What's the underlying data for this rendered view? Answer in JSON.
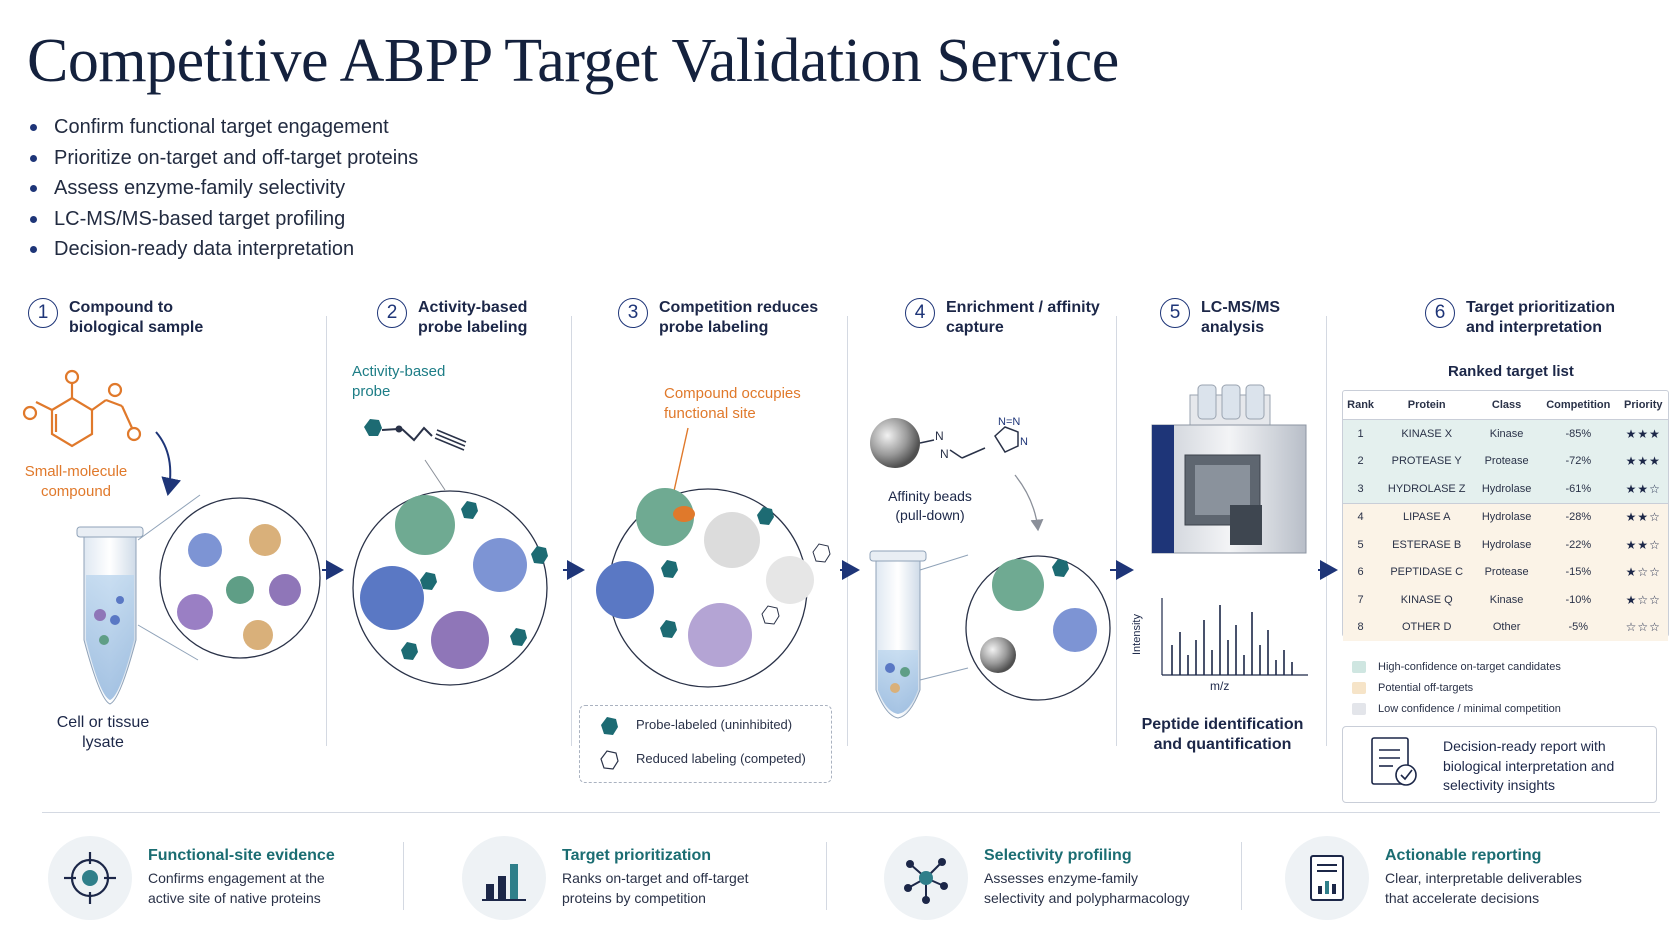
{
  "title": "Competitive ABPP Target Validation Service",
  "bullets": [
    "Confirm functional target engagement",
    "Prioritize on-target and off-target proteins",
    "Assess enzyme-family selectivity",
    "LC-MS/MS-based target profiling",
    "Decision-ready data interpretation"
  ],
  "steps": [
    {
      "num": "1",
      "label": "Compound to\nbiological sample"
    },
    {
      "num": "2",
      "label": "Activity-based\nprobe labeling"
    },
    {
      "num": "3",
      "label": "Competition reduces\nprobe labeling"
    },
    {
      "num": "4",
      "label": "Enrichment / affinity\ncapture"
    },
    {
      "num": "5",
      "label": "LC-MS/MS\nanalysis"
    },
    {
      "num": "6",
      "label": "Target prioritization\nand interpretation"
    }
  ],
  "labels": {
    "small_molecule": "Small-molecule\ncompound",
    "lysate": "Cell or tissue\nlysate",
    "abp": "Activity-based\nprobe",
    "occupies": "Compound occupies\nfunctional site",
    "beads": "Affinity beads\n(pull-down)",
    "intensity": "Intensity",
    "mz": "m/z",
    "peptide": "Peptide identification\nand quantification"
  },
  "legend": {
    "labeled": "Probe-labeled (uninhibited)",
    "reduced": "Reduced labeling (competed)"
  },
  "ranked": {
    "title": "Ranked target list",
    "headers": [
      "Rank",
      "Protein",
      "Class",
      "Competition",
      "Priority"
    ],
    "rows": [
      {
        "rank": "1",
        "protein": "KINASE X",
        "class": "Kinase",
        "competition": "-85%",
        "priority": "★★★",
        "tier": "hi"
      },
      {
        "rank": "2",
        "protein": "PROTEASE Y",
        "class": "Protease",
        "competition": "-72%",
        "priority": "★★★",
        "tier": "hi"
      },
      {
        "rank": "3",
        "protein": "HYDROLASE Z",
        "class": "Hydrolase",
        "competition": "-61%",
        "priority": "★★☆",
        "tier": "hi"
      },
      {
        "rank": "4",
        "protein": "LIPASE A",
        "class": "Hydrolase",
        "competition": "-28%",
        "priority": "★★☆",
        "tier": "mid"
      },
      {
        "rank": "5",
        "protein": "ESTERASE B",
        "class": "Hydrolase",
        "competition": "-22%",
        "priority": "★★☆",
        "tier": "mid"
      },
      {
        "rank": "6",
        "protein": "PEPTIDASE C",
        "class": "Protease",
        "competition": "-15%",
        "priority": "★☆☆",
        "tier": "mid"
      },
      {
        "rank": "7",
        "protein": "KINASE Q",
        "class": "Kinase",
        "competition": "-10%",
        "priority": "★☆☆",
        "tier": "mid"
      },
      {
        "rank": "8",
        "protein": "OTHER D",
        "class": "Other",
        "competition": "-5%",
        "priority": "☆☆☆",
        "tier": "mid"
      }
    ],
    "keys": [
      {
        "label": "High-confidence on-target candidates",
        "color": "#cfe6e1"
      },
      {
        "label": "Potential off-targets",
        "color": "#f6e4c8"
      },
      {
        "label": "Low confidence / minimal competition",
        "color": "#e3e5ea"
      }
    ],
    "report": "Decision-ready report with\nbiological interpretation and\nselectivity insights"
  },
  "features": [
    {
      "title": "Functional-site evidence",
      "desc": "Confirms engagement at the\nactive site of native proteins",
      "icon": "crosshair-icon"
    },
    {
      "title": "Target prioritization",
      "desc": "Ranks on-target and off-target\nproteins by competition",
      "icon": "bar-chart-icon"
    },
    {
      "title": "Selectivity profiling",
      "desc": "Assesses enzyme-family\nselectivity and polypharmacology",
      "icon": "network-icon"
    },
    {
      "title": "Actionable reporting",
      "desc": "Clear, interpretable deliverables\nthat accelerate decisions",
      "icon": "report-icon"
    }
  ],
  "colors": {
    "navy": "#1e3578",
    "teal": "#1d7d86",
    "orange": "#e0792b",
    "green_protein": "#5f9e86",
    "blue_protein": "#5a78c4",
    "purple_protein": "#8f76b8",
    "tan_protein": "#d9b07a"
  }
}
